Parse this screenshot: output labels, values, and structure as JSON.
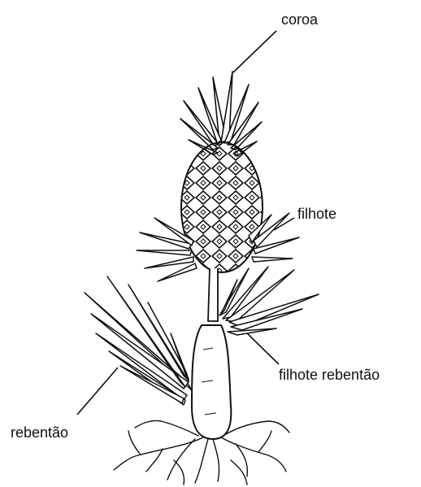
{
  "labels": {
    "crown": "coroa",
    "slip": "filhote",
    "hapas": "filhote rebentão",
    "sucker": "rebentão"
  },
  "colors": {
    "ink": "#111111",
    "background": "#ffffff"
  }
}
